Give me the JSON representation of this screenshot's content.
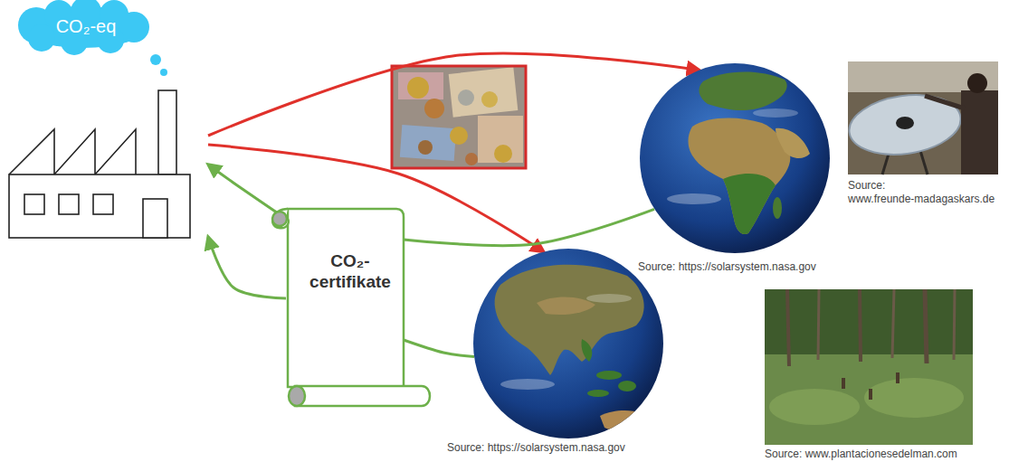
{
  "diagram": {
    "nodes": [
      {
        "text": [
          "CO₂-eq"
        ]
      },
      {
        "text": [
          "Source: https://solarsystem.nasa.gov"
        ]
      },
      {
        "text": [
          "Source: https://solarsystem.nasa.gov"
        ]
      },
      {
        "text": [
          "CO₂- certifikate"
        ]
      }
    ],
    "edges": [
      {
        "from": 0,
        "to": 1,
        "arrow": "to"
      },
      {
        "from": 0,
        "to": 2,
        "arrow": "to"
      },
      {
        "from": 1,
        "to": 3,
        "arrow": "none"
      },
      {
        "from": 2,
        "to": 3,
        "arrow": "none"
      },
      {
        "from": 3,
        "to": 0,
        "arrow": "to"
      },
      {
        "from": 3,
        "to": 0,
        "arrow": "to"
      }
    ],
    "labels": [
      "Source: www.freunde-madagaskars.de",
      "Source: www.plantacionesedelman.com"
    ]
  }
}
